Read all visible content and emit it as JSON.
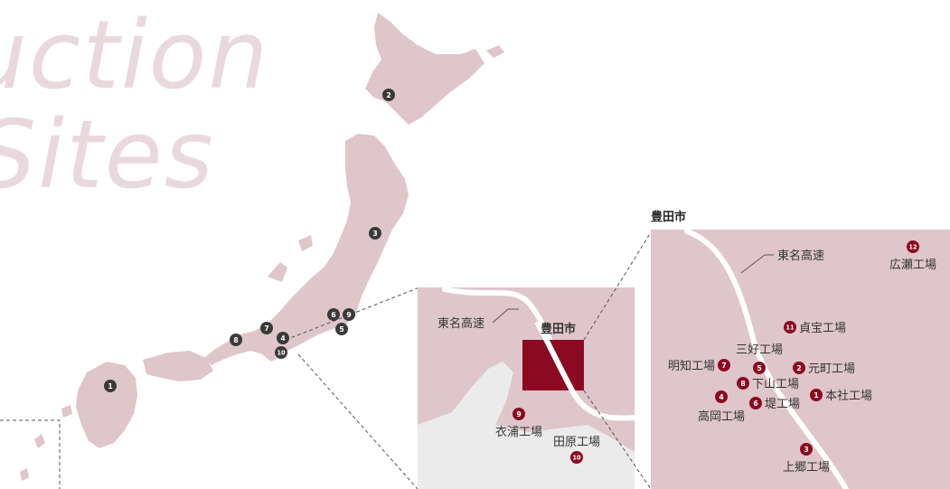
{
  "heading": {
    "line1": "uction",
    "line2": "Sites"
  },
  "colors": {
    "land": "#dfc6ca",
    "sea_detail": "#ebebec",
    "national_pin": "#3a3a3a",
    "local_pin": "#8b0a22",
    "highlight": "#8b0a22",
    "road": "#ffffff",
    "title_watermark": "#ead9dc"
  },
  "national_map": {
    "sites": [
      {
        "label": "1"
      },
      {
        "label": "2"
      },
      {
        "label": "3"
      },
      {
        "label": "4"
      },
      {
        "label": "5"
      },
      {
        "label": "6"
      },
      {
        "label": "7"
      },
      {
        "label": "8"
      },
      {
        "label": "9"
      },
      {
        "label": "10"
      }
    ]
  },
  "regional_map": {
    "expressway_label": "東名高速",
    "city_label": "豊田市",
    "plants": [
      {
        "number": "9",
        "name": "衣浦工場"
      },
      {
        "number": "10",
        "name": "田原工場"
      }
    ]
  },
  "city_map": {
    "caption": "豊田市",
    "expressway_label": "東名高速",
    "plants": [
      {
        "number": "1",
        "name": "本社工場"
      },
      {
        "number": "2",
        "name": "元町工場"
      },
      {
        "number": "3",
        "name": "上郷工場"
      },
      {
        "number": "4",
        "name": "高岡工場"
      },
      {
        "number": "5",
        "name": "三好工場"
      },
      {
        "number": "6",
        "name": "堤工場"
      },
      {
        "number": "7",
        "name": "明知工場"
      },
      {
        "number": "8",
        "name": "下山工場"
      },
      {
        "number": "11",
        "name": "貞宝工場"
      },
      {
        "number": "12",
        "name": "広瀬工場"
      }
    ]
  }
}
